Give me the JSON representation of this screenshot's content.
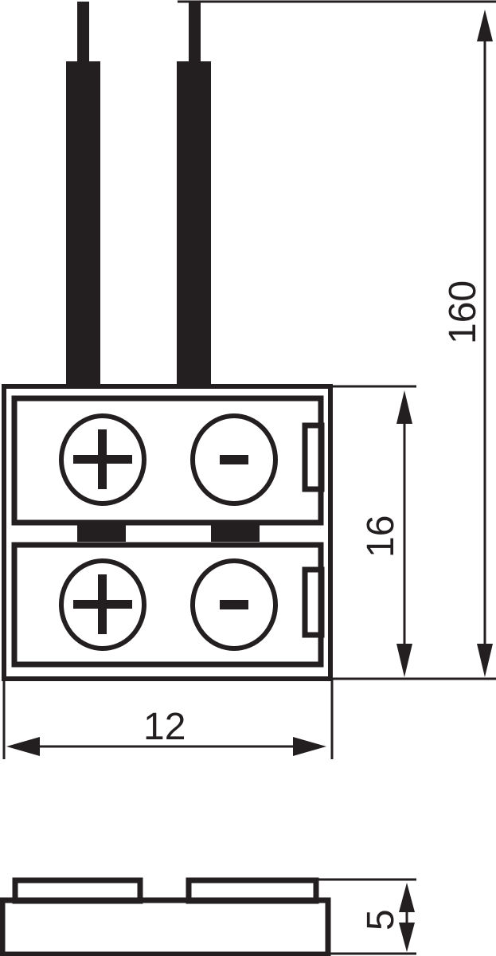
{
  "diagram": {
    "subject": "LED strip connector with two wire leads",
    "colors": {
      "ink": "#231f20",
      "background": "#ffffff"
    },
    "top_view": {
      "terminals_top_row": [
        {
          "symbol": "+",
          "polarity": "positive"
        },
        {
          "symbol": "-",
          "polarity": "negative"
        }
      ],
      "terminals_bottom_row": [
        {
          "symbol": "+",
          "polarity": "positive"
        },
        {
          "symbol": "-",
          "polarity": "negative"
        }
      ],
      "wires": 2
    },
    "dimensions": {
      "total_length": {
        "value": "160",
        "orientation": "vertical"
      },
      "body_length": {
        "value": "16",
        "orientation": "vertical"
      },
      "body_width": {
        "value": "12",
        "orientation": "horizontal"
      },
      "side_height": {
        "value": "5",
        "orientation": "vertical"
      }
    }
  }
}
